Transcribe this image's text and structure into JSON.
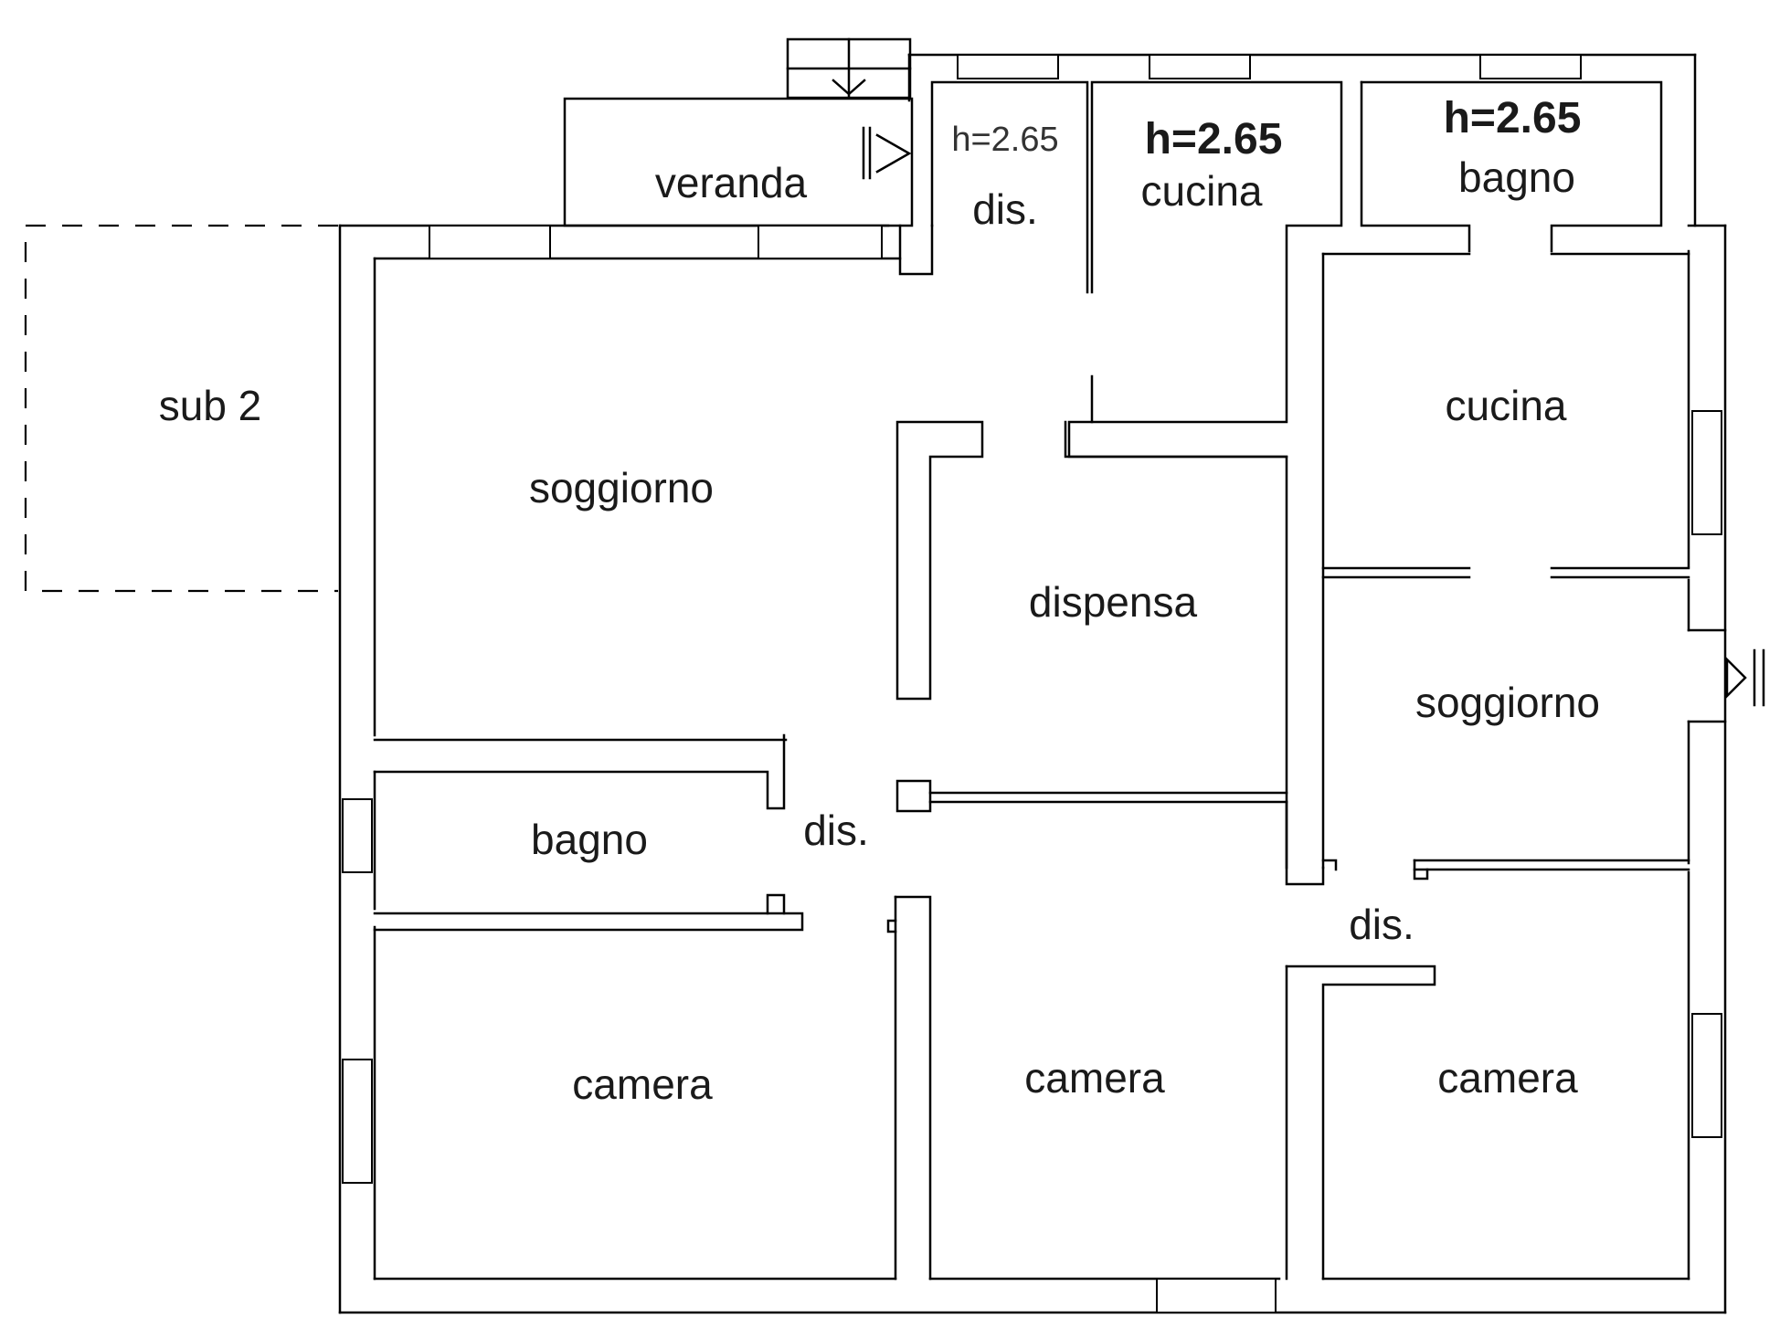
{
  "plan": {
    "labels": {
      "sub2": "sub 2",
      "veranda": "veranda",
      "h_dis": "h=2.65",
      "dis_top": "dis.",
      "h_cucina_top": "h=2.65",
      "cucina_top": "cucina",
      "h_bagno_top": "h=2.65",
      "bagno_top": "bagno",
      "soggiorno_left": "soggiorno",
      "dispensa": "dispensa",
      "cucina_right": "cucina",
      "soggiorno_right": "soggiorno",
      "bagno_left": "bagno",
      "dis_center": "dis.",
      "dis_right": "dis.",
      "camera_left": "camera",
      "camera_center": "camera",
      "camera_right": "camera"
    },
    "colors": {
      "walls": "#000000",
      "background": "#ffffff",
      "text": "#1a1a1a"
    }
  }
}
